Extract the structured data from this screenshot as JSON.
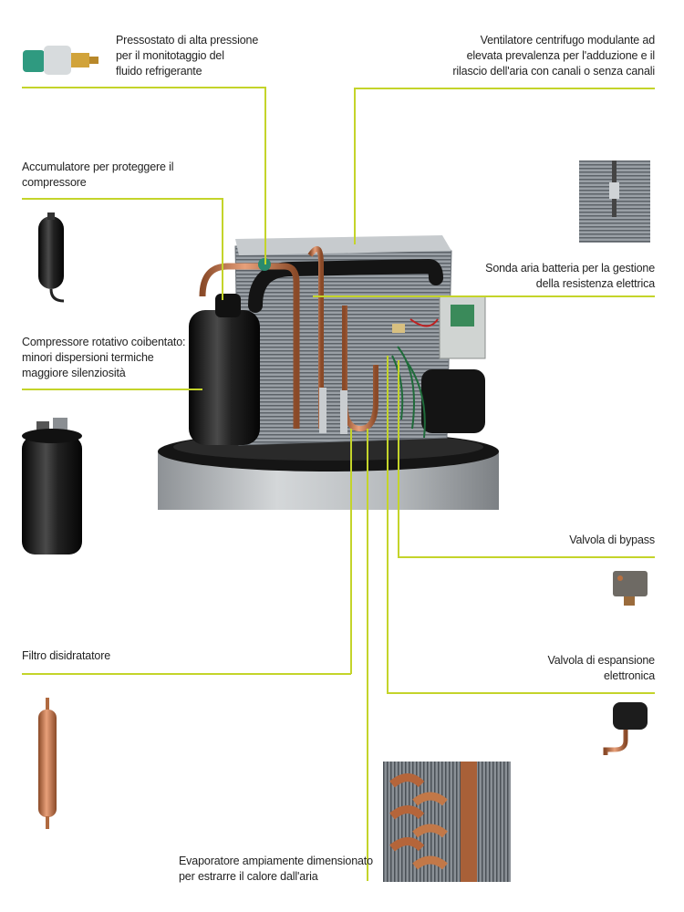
{
  "labels": {
    "pressostato": "Pressostato di alta pressione\nper il monitotaggio del\nfluido refrigerante",
    "ventilatore": "Ventilatore centrifugo modulante ad\nelevata prevalenza per l'adduzione e il\nrilascio dell'aria con canali o senza canali",
    "accumulatore": "Accumulatore per proteggere il\ncompressore",
    "sonda": "Sonda aria batteria per la gestione\ndella resistenza elettrica",
    "compressore": "Compressore rotativo coibentato:\nminori dispersioni termiche\nmaggiore silenziosità",
    "valvola_bypass": "Valvola di bypass",
    "filtro": "Filtro disidratatore",
    "valvola_espansione": "Valvola di espansione\nelettronica",
    "evaporatore": "Evaporatore ampiamente dimensionato\nper estrarre il calore dall'aria"
  },
  "colors": {
    "leader_line": "#c4d42a",
    "copper": "#c8774a",
    "steel": "#b8bcc0",
    "black_body": "#1a1a1a",
    "pcb_green": "#1f6b3a"
  }
}
